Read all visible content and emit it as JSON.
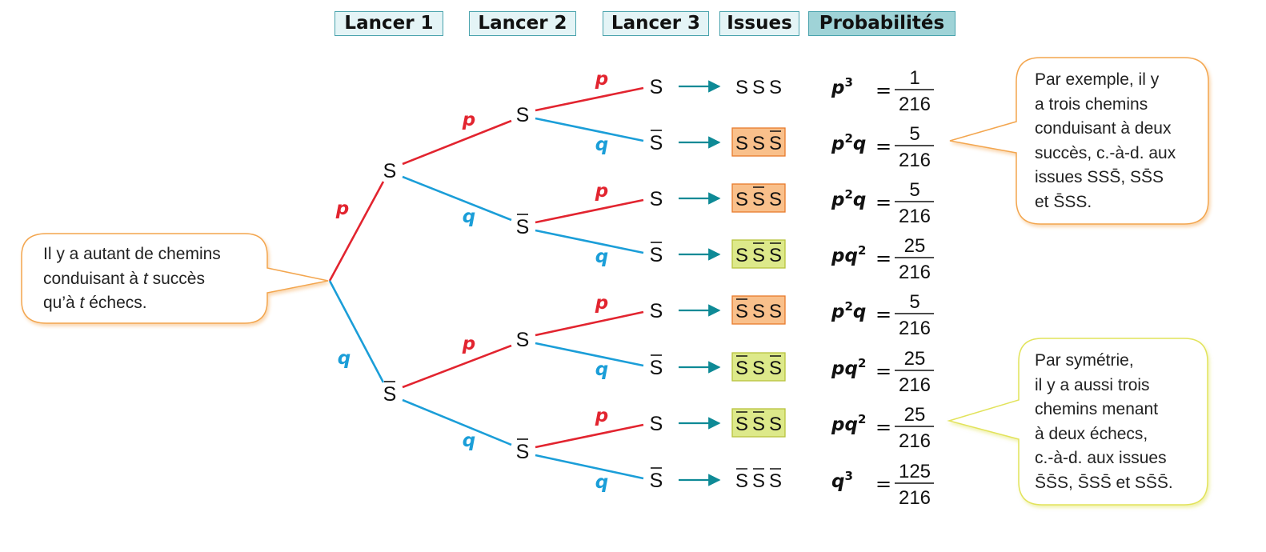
{
  "headers": [
    "Lancer 1",
    "Lancer 2",
    "Lancer 3",
    "Issues",
    "Probabilités"
  ],
  "branch_labels": {
    "success": "p",
    "failure": "q"
  },
  "node_labels": {
    "success": "S",
    "failure": "S̄"
  },
  "colors": {
    "success_branch": "#e2242f",
    "failure_branch": "#1b9ed8",
    "arrow": "#0e8a96",
    "highlight_orange": "#f9c08b",
    "highlight_green": "#dde98a",
    "callout_orange_border": "#f3a64f",
    "callout_yellow_border": "#e2e35b"
  },
  "level3": [
    {
      "outcome": [
        "S",
        "S",
        "S"
      ],
      "highlight": "none",
      "prob_base": "p",
      "prob_exp1": "3",
      "prob_second": "",
      "prob_exp2": "",
      "num": "1",
      "den": "216"
    },
    {
      "outcome": [
        "S",
        "S",
        "S̄"
      ],
      "highlight": "orange",
      "prob_base": "p",
      "prob_exp1": "2",
      "prob_second": "q",
      "prob_exp2": "",
      "num": "5",
      "den": "216"
    },
    {
      "outcome": [
        "S",
        "S̄",
        "S"
      ],
      "highlight": "orange",
      "prob_base": "p",
      "prob_exp1": "2",
      "prob_second": "q",
      "prob_exp2": "",
      "num": "5",
      "den": "216"
    },
    {
      "outcome": [
        "S",
        "S̄",
        "S̄"
      ],
      "highlight": "green",
      "prob_base": "p",
      "prob_exp1": "",
      "prob_second": "q",
      "prob_exp2": "2",
      "num": "25",
      "den": "216"
    },
    {
      "outcome": [
        "S̄",
        "S",
        "S"
      ],
      "highlight": "orange",
      "prob_base": "p",
      "prob_exp1": "2",
      "prob_second": "q",
      "prob_exp2": "",
      "num": "5",
      "den": "216"
    },
    {
      "outcome": [
        "S̄",
        "S",
        "S̄"
      ],
      "highlight": "green",
      "prob_base": "p",
      "prob_exp1": "",
      "prob_second": "q",
      "prob_exp2": "2",
      "num": "25",
      "den": "216"
    },
    {
      "outcome": [
        "S̄",
        "S̄",
        "S"
      ],
      "highlight": "green",
      "prob_base": "p",
      "prob_exp1": "",
      "prob_second": "q",
      "prob_exp2": "2",
      "num": "25",
      "den": "216"
    },
    {
      "outcome": [
        "S̄",
        "S̄",
        "S̄"
      ],
      "highlight": "none",
      "prob_base": "q",
      "prob_exp1": "3",
      "prob_second": "",
      "prob_exp2": "",
      "num": "125",
      "den": "216"
    }
  ],
  "callout_left": {
    "lines": [
      "Il y a autant de chemins",
      "conduisant à t succès",
      "qu’à t échecs."
    ]
  },
  "callout_top_right": {
    "lines": [
      "Par exemple, il y",
      "a trois chemins",
      "conduisant à deux",
      "succès, c.-à-d. aux",
      "issues SSS̄, SS̄S",
      "et S̄SS."
    ]
  },
  "callout_bottom_right": {
    "lines": [
      "Par symétrie,",
      "il y a aussi trois",
      "chemins menant",
      "à deux échecs,",
      "c.-à-d. aux issues",
      "S̄S̄S, S̄SS̄ et SS̄S̄."
    ]
  }
}
